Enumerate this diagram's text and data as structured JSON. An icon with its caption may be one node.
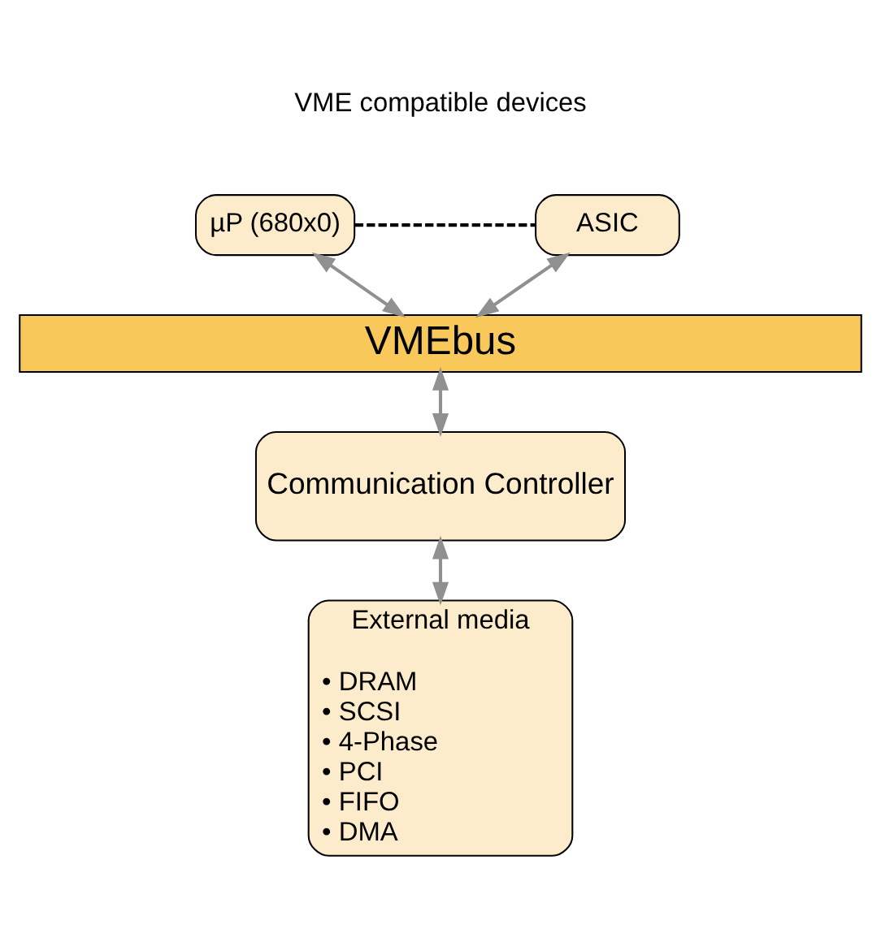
{
  "diagram": {
    "nodes": [
      {
        "text": [
          "µP (680x0)"
        ]
      },
      {
        "text": [
          "ASIC"
        ]
      },
      {
        "text": [
          "VMEbus"
        ]
      },
      {
        "text": [
          "Communication Controller"
        ]
      },
      {
        "text": [
          "External media",
          "• DRAM",
          "• SCSI",
          "• 4-Phase",
          "• PCI",
          "• FIFO",
          "• DMA"
        ]
      }
    ],
    "edges": [
      {
        "from": 0,
        "to": 1,
        "arrow": "none",
        "style": "dashed",
        "color": "#000000"
      },
      {
        "from": 0,
        "to": 2,
        "arrow": "both"
      },
      {
        "from": 1,
        "to": 2,
        "arrow": "both"
      },
      {
        "from": 2,
        "to": 3,
        "arrow": "both"
      },
      {
        "from": 3,
        "to": 4,
        "arrow": "both"
      }
    ],
    "labels": [
      "VME compatible devices"
    ]
  }
}
